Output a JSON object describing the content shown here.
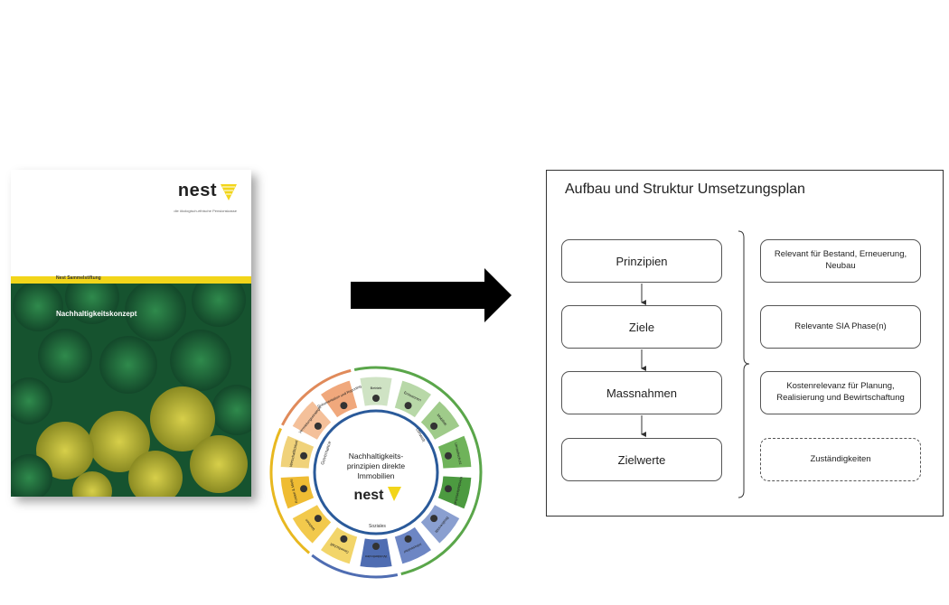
{
  "brochure": {
    "logo": "nest",
    "tagline": "die ökologisch-ethische Pensionskasse",
    "band_label": "Nest Sammelstiftung",
    "title": "Nachhaltigkeitskonzept"
  },
  "wheel": {
    "center_line1": "Nachhaltigkeits-",
    "center_line2": "prinzipien direkte",
    "center_line3": "Immobilien",
    "center_logo": "nest",
    "segments": [
      "Betrieb",
      "Emissionen",
      "Mobilität",
      "Umweltschutz",
      "Kreislaufwirtschaft",
      "Biodiversität",
      "Infrastruktur",
      "Wohlbefinden",
      "Gesellschaft",
      "Wohnen",
      "Kosten & Miete",
      "Wirtschaftlichkeit",
      "Vermietungsstrategie",
      "Dokumentation und Reporting"
    ],
    "groups": [
      "Umwelt",
      "Soziales",
      "Governance"
    ]
  },
  "panel": {
    "title": "Aufbau und Struktur Umsetzungsplan",
    "left": [
      "Prinzipien",
      "Ziele",
      "Massnahmen",
      "Zielwerte"
    ],
    "right": [
      "Relevant für Bestand, Erneuerung, Neubau",
      "Relevante SIA Phase(n)",
      "Kostenrelevanz für Planung, Realisierung und Bewirtschaftung",
      "Zuständigkeiten"
    ]
  }
}
